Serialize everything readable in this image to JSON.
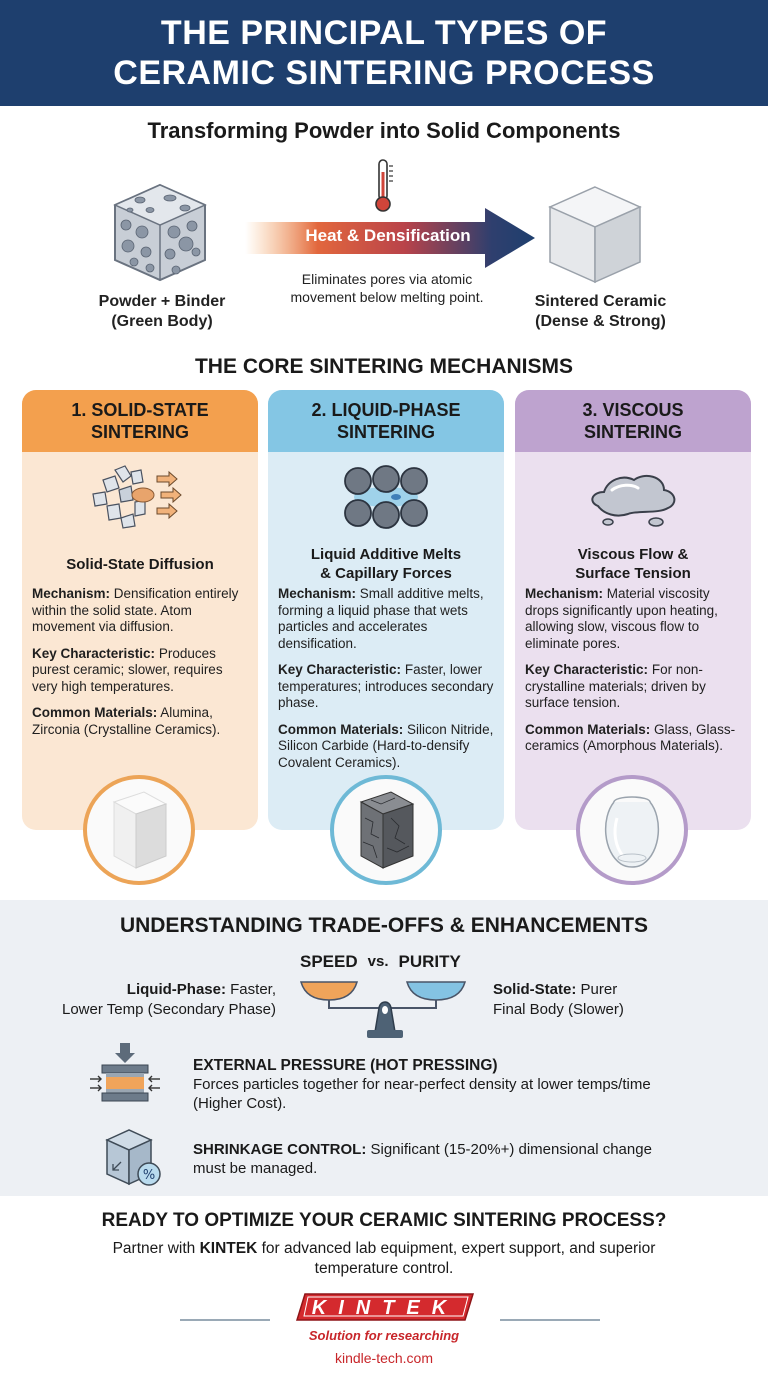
{
  "header": {
    "title_line1": "THE PRINCIPAL TYPES OF",
    "title_line2": "CERAMIC SINTERING PROCESS",
    "bg_color": "#1e3f6e"
  },
  "intro": {
    "title": "Transforming Powder into Solid Components",
    "left_icon": "porous-cube-icon",
    "left_label_line1": "Powder + Binder",
    "left_label_line2": "(Green Body)",
    "center_icon": "thermometer-icon",
    "arrow_label": "Heat & Densification",
    "arrow_sub_line1": "Eliminates pores via atomic",
    "arrow_sub_line2": "movement below melting point.",
    "right_icon": "dense-cube-icon",
    "right_label_line1": "Sintered Ceramic",
    "right_label_line2": "(Dense & Strong)"
  },
  "mechanisms": {
    "title": "THE CORE SINTERING MECHANISMS",
    "cards": [
      {
        "head_line1": "1. SOLID-STATE",
        "head_line2": "SINTERING",
        "accent": "#f3a04e",
        "icon": "crystal-diffusion-icon",
        "sub_line1": "Solid-State Diffusion",
        "sub_line2": "",
        "mechanism_label": "Mechanism:",
        "mechanism_text": "Densification entirely within the solid state. Atom movement via diffusion.",
        "key_label": "Key Characteristic:",
        "key_text": "Produces purest ceramic; slower, requires very high temperatures.",
        "materials_label": "Common Materials:",
        "materials_text": "Alumina, Zirconia (Crystalline Ceramics).",
        "product_image": "white-ceramic-block"
      },
      {
        "head_line1": "2. LIQUID-PHASE",
        "head_line2": "SINTERING",
        "accent": "#84c6e4",
        "icon": "particles-liquid-icon",
        "sub_line1": "Liquid Additive Melts",
        "sub_line2": "& Capillary Forces",
        "mechanism_label": "Mechanism:",
        "mechanism_text": "Small additive melts, forming a liquid phase that wets particles and accelerates densification.",
        "key_label": "Key Characteristic:",
        "key_text": "Faster, lower temperatures; introduces secondary phase.",
        "materials_label": "Common Materials:",
        "materials_text": "Silicon Nitride, Silicon Carbide (Hard-to-densify Covalent Ceramics).",
        "product_image": "grey-ceramic-block"
      },
      {
        "head_line1": "3. VISCOUS",
        "head_line2": "SINTERING",
        "accent": "#bea3cf",
        "icon": "viscous-blob-icon",
        "sub_line1": "Viscous Flow &",
        "sub_line2": "Surface Tension",
        "mechanism_label": "Mechanism:",
        "mechanism_text": "Material viscosity drops significantly upon heating, allowing slow, viscous flow to eliminate pores.",
        "key_label": "Key Characteristic:",
        "key_text": "For non-crystalline materials; driven by surface tension.",
        "materials_label": "Common Materials:",
        "materials_text": "Glass, Glass-ceramics (Amorphous Materials).",
        "product_image": "glass-bowl"
      }
    ]
  },
  "tradeoffs": {
    "title": "UNDERSTANDING TRADE-OFFS & ENHANCEMENTS",
    "speed": "SPEED",
    "vs": "vs.",
    "purity": "PURITY",
    "left_label": "Liquid-Phase:",
    "left_text_1": "Faster,",
    "left_text_2": "Lower Temp (Secondary Phase)",
    "right_label": "Solid-State:",
    "right_text_1": "Purer",
    "right_text_2": "Final Body (Slower)",
    "pressure_title": "EXTERNAL PRESSURE (HOT PRESSING)",
    "pressure_text": "Forces particles together for near-perfect density at lower temps/time (Higher Cost).",
    "shrink_label": "SHRINKAGE CONTROL:",
    "shrink_text": "Significant (15-20%+) dimensional change must be managed."
  },
  "cta": {
    "title": "READY TO OPTIMIZE YOUR CERAMIC SINTERING PROCESS?",
    "text_before": "Partner with",
    "brand": "KINTEK",
    "text_after": "for advanced lab equipment, expert support, and superior temperature control."
  },
  "footer": {
    "logo_text": "KINTEK",
    "tagline": "Solution for researching",
    "url": "kindle-tech.com",
    "brand_color": "#d42a2e"
  }
}
